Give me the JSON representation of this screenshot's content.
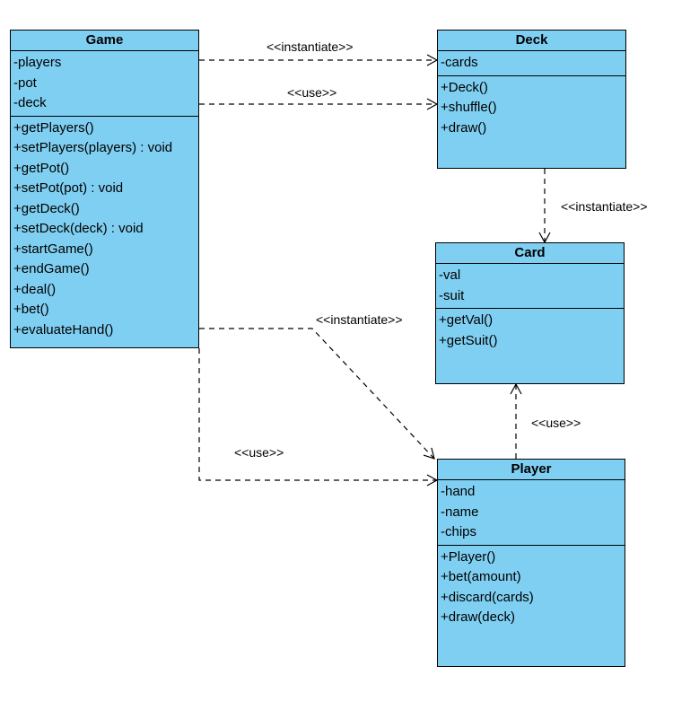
{
  "classes": {
    "game": {
      "name": "Game",
      "attributes": [
        "-players",
        "-pot",
        "-deck"
      ],
      "operations": [
        "+getPlayers()",
        "+setPlayers(players) : void",
        "+getPot()",
        "+setPot(pot) : void",
        "+getDeck()",
        "+setDeck(deck) : void",
        "+startGame()",
        "+endGame()",
        "+deal()",
        "+bet()",
        "+evaluateHand()"
      ]
    },
    "deck": {
      "name": "Deck",
      "attributes": [
        "-cards"
      ],
      "operations": [
        "+Deck()",
        "+shuffle()",
        "+draw()"
      ]
    },
    "card": {
      "name": "Card",
      "attributes": [
        "-val",
        "-suit"
      ],
      "operations": [
        "+getVal()",
        "+getSuit()"
      ]
    },
    "player": {
      "name": "Player",
      "attributes": [
        "-hand",
        "-name",
        "-chips"
      ],
      "operations": [
        "+Player()",
        "+bet(amount)",
        "+discard(cards)",
        "+draw(deck)"
      ]
    }
  },
  "relations": [
    {
      "id": "game-deck-instantiate",
      "from": "Game",
      "to": "Deck",
      "label": "<<instantiate>>"
    },
    {
      "id": "game-deck-use",
      "from": "Game",
      "to": "Deck",
      "label": "<<use>>"
    },
    {
      "id": "deck-card-instantiate",
      "from": "Deck",
      "to": "Card",
      "label": "<<instantiate>>"
    },
    {
      "id": "game-player-instantiate",
      "from": "Game",
      "to": "Player",
      "label": "<<instantiate>>"
    },
    {
      "id": "game-player-use",
      "from": "Game",
      "to": "Player",
      "label": "<<use>>"
    },
    {
      "id": "player-card-use",
      "from": "Player",
      "to": "Card",
      "label": "<<use>>"
    }
  ],
  "colors": {
    "class_fill": "#7fcff2",
    "border": "#000000",
    "line": "#000000"
  }
}
